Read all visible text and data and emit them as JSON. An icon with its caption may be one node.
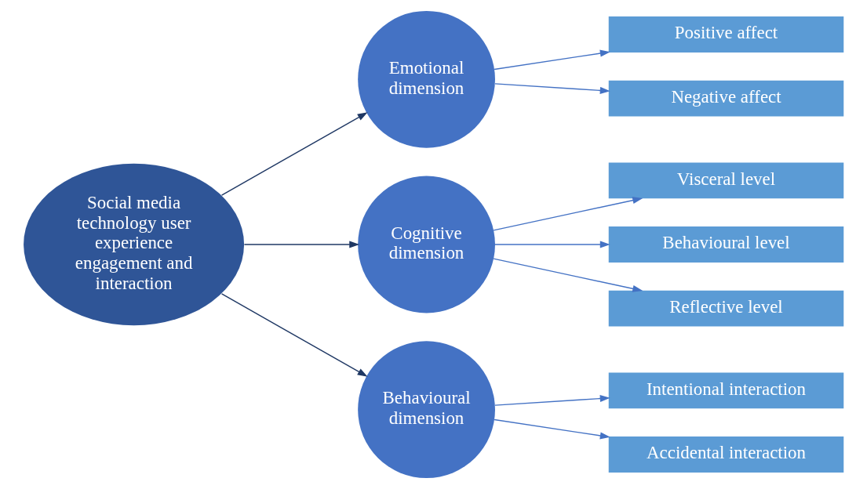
{
  "diagram": {
    "nodes": [
      {
        "text": [
          "Social media technology user experience engagement and interaction"
        ]
      },
      {
        "text": [
          "Emotional dimension"
        ]
      },
      {
        "text": [
          "Cognitive dimension"
        ]
      },
      {
        "text": [
          "Behavioural dimension"
        ]
      },
      {
        "text": [
          "Positive affect"
        ]
      },
      {
        "text": [
          "Negative affect"
        ]
      },
      {
        "text": [
          "Visceral level"
        ]
      },
      {
        "text": [
          "Behavioural level"
        ]
      },
      {
        "text": [
          "Reflective level"
        ]
      },
      {
        "text": [
          "Intentional interaction"
        ]
      },
      {
        "text": [
          "Accidental interaction"
        ]
      }
    ],
    "edges": [
      {
        "from": 0,
        "to": 1,
        "arrow": "to",
        "color": "#1f3864"
      },
      {
        "from": 0,
        "to": 2,
        "arrow": "to",
        "color": "#1f3864"
      },
      {
        "from": 0,
        "to": 3,
        "arrow": "to",
        "color": "#1f3864"
      },
      {
        "from": 1,
        "to": 4,
        "arrow": "to"
      },
      {
        "from": 1,
        "to": 5,
        "arrow": "to"
      },
      {
        "from": 2,
        "to": 6,
        "arrow": "to"
      },
      {
        "from": 2,
        "to": 7,
        "arrow": "to"
      },
      {
        "from": 2,
        "to": 8,
        "arrow": "to"
      },
      {
        "from": 3,
        "to": 9,
        "arrow": "to"
      },
      {
        "from": 3,
        "to": 10,
        "arrow": "to"
      }
    ]
  }
}
